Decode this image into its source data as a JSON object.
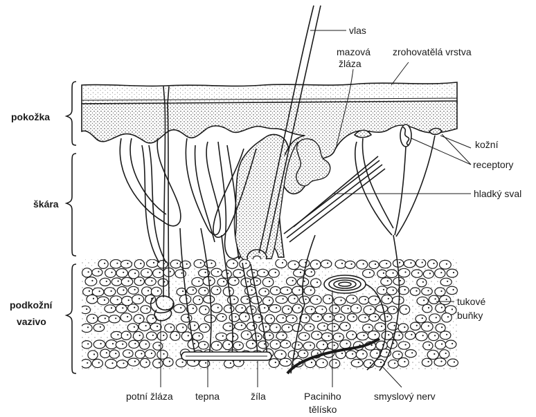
{
  "layers": {
    "epidermis": "pokožka",
    "dermis": "škára",
    "hypodermis_line1": "podkožní",
    "hypodermis_line2": "vazivo"
  },
  "labels": {
    "hair": "vlas",
    "sebaceous_line1": "mazová",
    "sebaceous_line2": "žláza",
    "stratum_corneum": "zrohovatělá vrstva",
    "receptors_line1": "kožní",
    "receptors_line2": "receptory",
    "smooth_muscle": "hladký sval",
    "fat_line1": "tukové",
    "fat_line2": "buňky",
    "sweat_gland": "potní žláza",
    "artery": "tepna",
    "vein": "žíla",
    "pacini_line1": "Paciniho",
    "pacini_line2": "tělísko",
    "sensory_nerve": "smyslový nerv"
  },
  "colors": {
    "ink": "#1a1a1a",
    "paper": "#ffffff"
  }
}
